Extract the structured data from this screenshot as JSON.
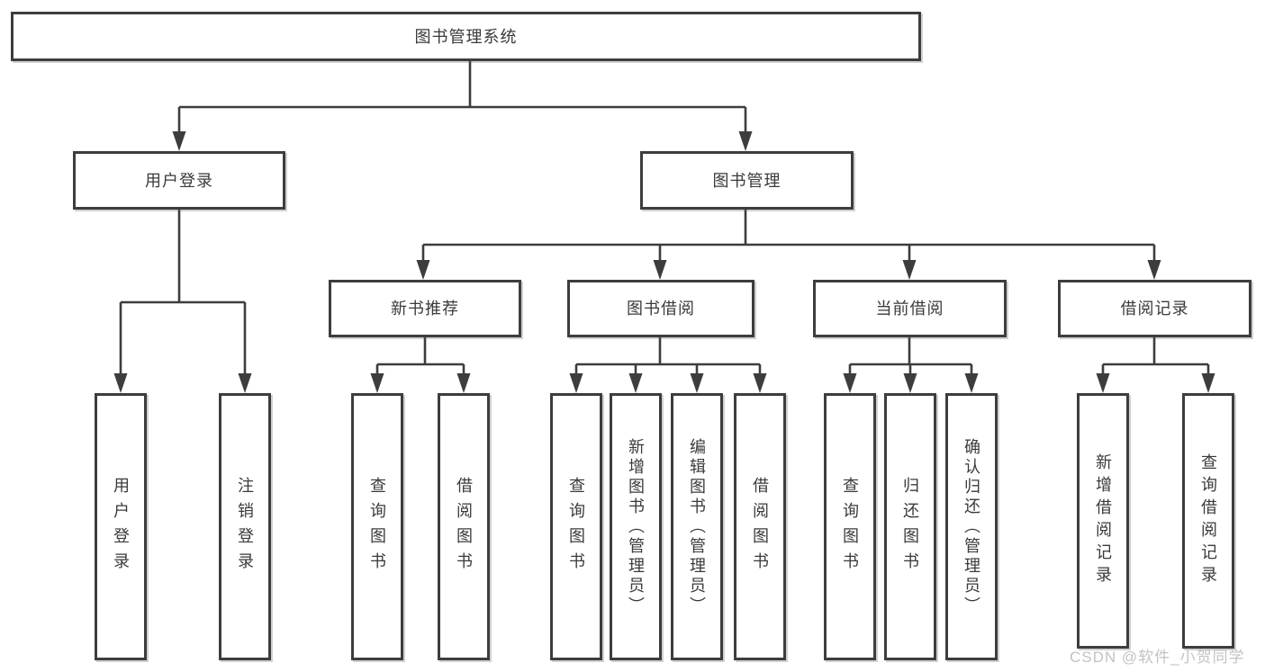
{
  "watermark": {
    "text": "CSDN @软件_小贺同学"
  },
  "colors": {
    "line": "#3d3d3d",
    "text": "#3a3a3a",
    "box_background": "#ffffff",
    "page_background": "#ffffff",
    "watermark": "#c3c3c3"
  },
  "diagram_type": "hierarchy-tree",
  "tree": {
    "label": "图书管理系统",
    "children": [
      {
        "label": "用户登录",
        "children": [
          {
            "label": "用户登录"
          },
          {
            "label": "注销登录"
          }
        ]
      },
      {
        "label": "图书管理",
        "children": [
          {
            "label": "新书推荐",
            "children": [
              {
                "label": "查询图书"
              },
              {
                "label": "借阅图书"
              }
            ]
          },
          {
            "label": "图书借阅",
            "children": [
              {
                "label": "查询图书"
              },
              {
                "label": "新增图书（管理员）"
              },
              {
                "label": "编辑图书（管理员）"
              },
              {
                "label": "借阅图书"
              }
            ]
          },
          {
            "label": "当前借阅",
            "children": [
              {
                "label": "查询图书"
              },
              {
                "label": "归还图书"
              },
              {
                "label": "确认归还（管理员）"
              }
            ]
          },
          {
            "label": "借阅记录",
            "children": [
              {
                "label": "新增借阅记录"
              },
              {
                "label": "查询借阅记录"
              }
            ]
          }
        ]
      }
    ]
  }
}
